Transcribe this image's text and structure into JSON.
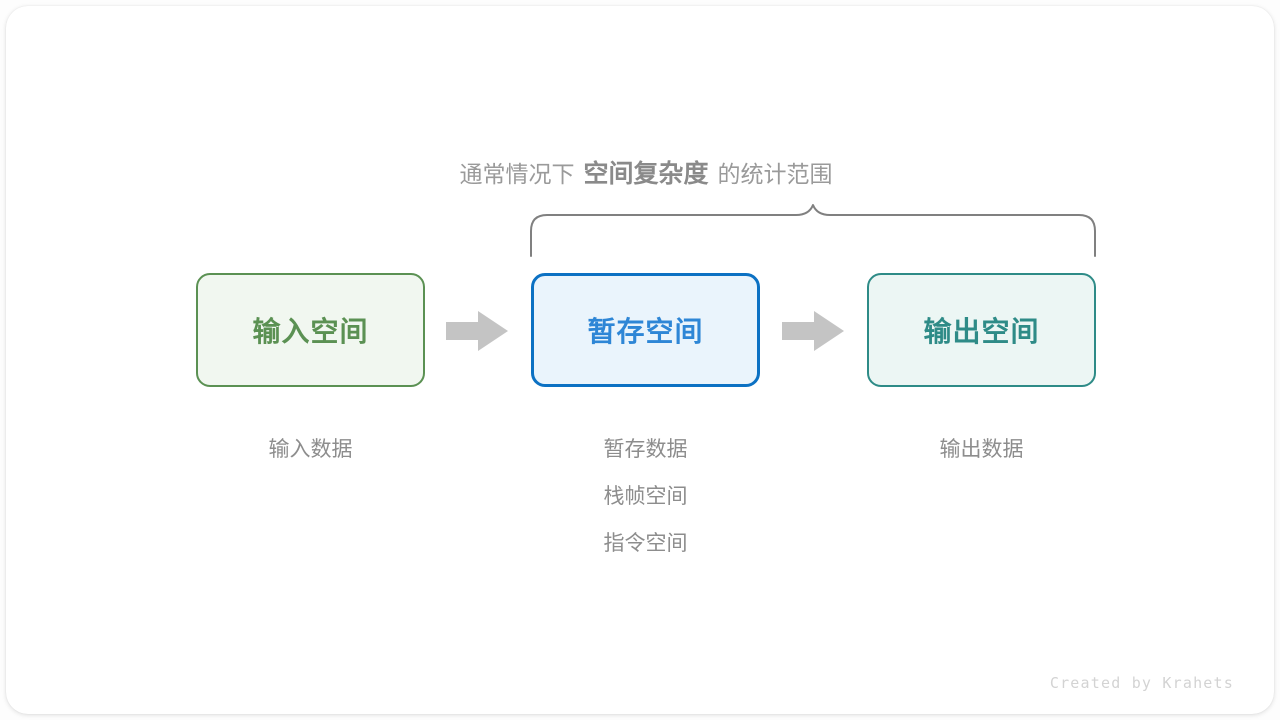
{
  "diagram": {
    "caption": {
      "prefix": "通常情况下",
      "emphasis": "空间复杂度",
      "suffix": "的统计范围"
    },
    "brace": {
      "color": "#808080",
      "span_label": "scope-brace"
    },
    "arrow_color": "#c4c4c4",
    "boxes": [
      {
        "id": "input-space",
        "label": "输入空间",
        "border_color": "#5b9153",
        "fill_color": "#f1f7f0",
        "text_color": "#5b9153"
      },
      {
        "id": "temp-space",
        "label": "暂存空间",
        "border_color": "#0c71c3",
        "fill_color": "#eaf4fc",
        "text_color": "#2e86d6"
      },
      {
        "id": "output-space",
        "label": "输出空间",
        "border_color": "#2e8b87",
        "fill_color": "#ecf6f4",
        "text_color": "#2e8b87"
      }
    ],
    "sublabels": [
      {
        "id": "input-data",
        "lines": [
          "输入数据"
        ]
      },
      {
        "id": "temp-data",
        "lines": [
          "暂存数据",
          "栈帧空间",
          "指令空间"
        ]
      },
      {
        "id": "output-data",
        "lines": [
          "输出数据"
        ]
      }
    ],
    "footer": "Created by Krahets"
  }
}
